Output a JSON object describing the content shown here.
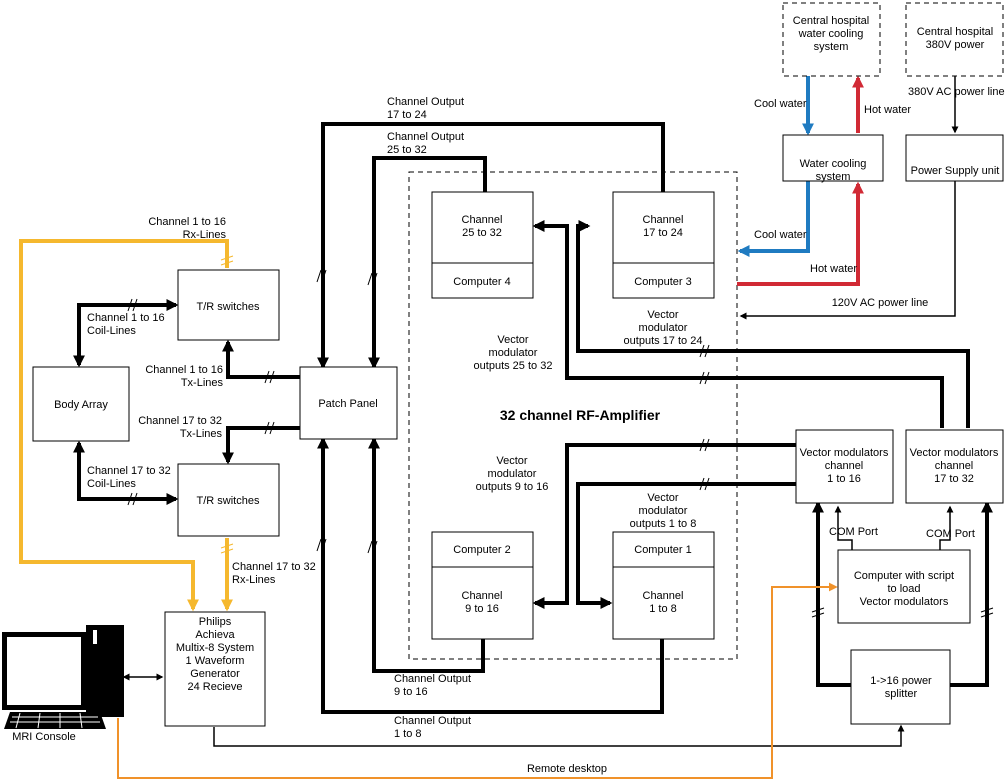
{
  "colors": {
    "yellow_link": "#f5b82e",
    "orange_link": "#f0922a",
    "cool_water": "#1f7bc1",
    "hot_water": "#d12a35"
  },
  "icons": {
    "mri_console": "desktop-computer-icon"
  },
  "nodes": {
    "central_cooling": [
      "Central hospital",
      "water cooling",
      "system"
    ],
    "central_power": [
      "Central hospital",
      "380V power"
    ],
    "water_cooling": [
      "Water cooling",
      "system"
    ],
    "power_supply": [
      "Power Supply unit"
    ],
    "ch25_32": [
      "Channel",
      "25 to 32"
    ],
    "comp4": [
      "Computer 4"
    ],
    "ch17_24": [
      "Channel",
      "17 to 24"
    ],
    "comp3": [
      "Computer 3"
    ],
    "tr_top": [
      "T/R switches"
    ],
    "tr_bottom": [
      "T/R switches"
    ],
    "body_array": [
      "Body Array"
    ],
    "patch_panel": [
      "Patch Panel"
    ],
    "comp2": [
      "Computer 2"
    ],
    "ch9_16": [
      "Channel",
      "9 to 16"
    ],
    "comp1": [
      "Computer 1"
    ],
    "ch1_8": [
      "Channel",
      "1 to 8"
    ],
    "vm1": [
      "Vector modulators",
      "channel",
      "1 to 16"
    ],
    "vm2": [
      "Vector modulators",
      "channel",
      "17 to 32"
    ],
    "script_pc": [
      "Computer with script",
      "to load",
      "Vector modulators"
    ],
    "splitter": [
      "1->16 power",
      "splitter"
    ],
    "philips": [
      "Philips",
      "Achieva",
      "Multix-8 System",
      "",
      "1 Waveform",
      "Generator",
      "",
      "24 Recieve"
    ],
    "mri_console": [
      "MRI Console"
    ]
  },
  "labels": {
    "amp_title": [
      "32 channel RF-Amplifier"
    ],
    "out17_24": [
      "Channel Output",
      "17 to 24"
    ],
    "out25_32": [
      "Channel Output",
      "25 to 32"
    ],
    "rx1_16": [
      "Channel 1 to 16",
      "Rx-Lines"
    ],
    "coil1_16": [
      "Channel 1 to 16",
      "Coil-Lines"
    ],
    "tx1_16": [
      "Channel 1 to 16",
      "Tx-Lines"
    ],
    "tx17_32": [
      "Channel 17 to 32",
      "Tx-Lines"
    ],
    "coil17_32": [
      "Channel 17 to 32",
      "Coil-Lines"
    ],
    "rx17_32": [
      "Channel 17 to 32",
      "Rx-Lines"
    ],
    "cool_water_top": [
      "Cool water"
    ],
    "hot_water_top": [
      "Hot water"
    ],
    "ac380": [
      "380V AC power line"
    ],
    "cool_water_mid": [
      "Cool water"
    ],
    "hot_water_mid": [
      "Hot water"
    ],
    "ac120": [
      "120V AC power line"
    ],
    "vmo17_24": [
      "Vector",
      "modulator",
      "outputs 17 to 24"
    ],
    "vmo25_32": [
      "Vector",
      "modulator",
      "outputs 25 to 32"
    ],
    "vmo9_16": [
      "Vector",
      "modulator",
      "outputs 9 to 16"
    ],
    "vmo1_8": [
      "Vector",
      "modulator",
      "outputs 1 to 8"
    ],
    "com1": [
      "COM Port"
    ],
    "com2": [
      "COM Port"
    ],
    "out9_16": [
      "Channel Output",
      "9 to 16"
    ],
    "out1_8": [
      "Channel Output",
      "1 to 8"
    ],
    "remote": [
      "Remote desktop"
    ]
  }
}
